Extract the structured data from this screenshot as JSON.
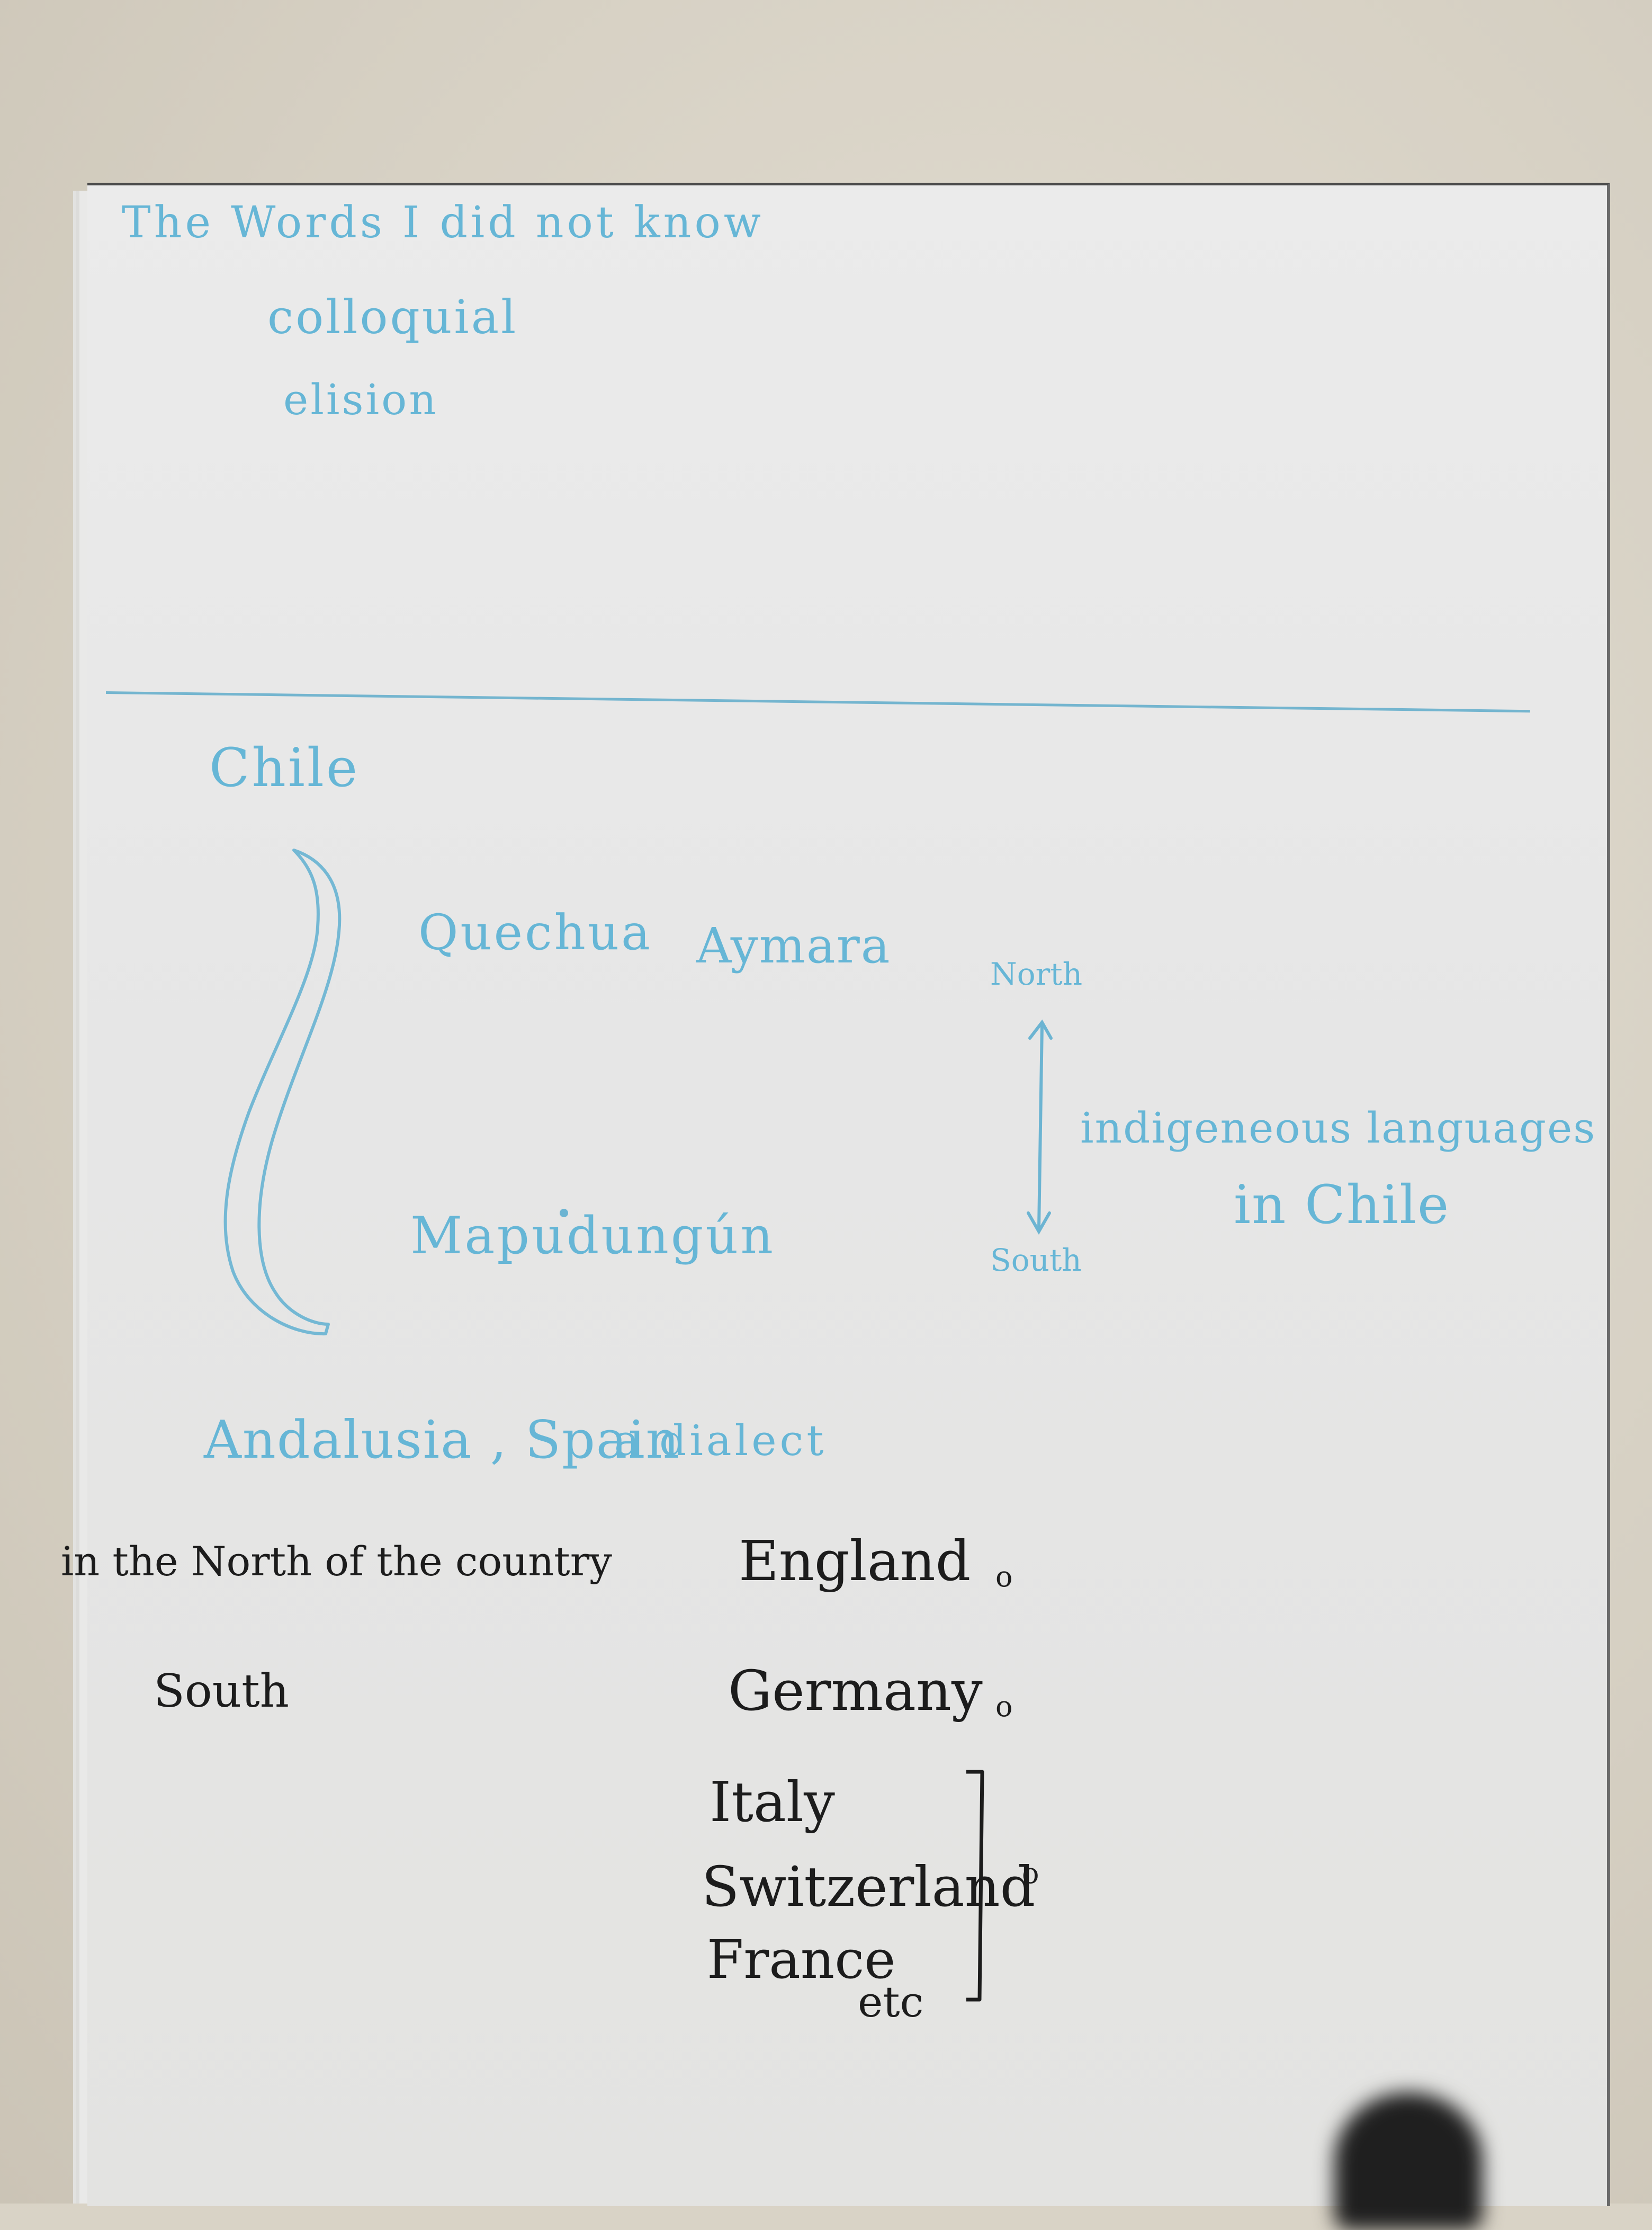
{
  "header": {
    "title": "The Words I did not know",
    "words": [
      "colloquial",
      "elision"
    ]
  },
  "chile_section": {
    "heading": "Chile",
    "north_languages": [
      "Quechua",
      "Aymara"
    ],
    "south_language": "Mapudungún",
    "arrow_top_label": "North",
    "arrow_bottom_label": "South",
    "note_line1": "indigeneous languages",
    "note_line2": "in Chile"
  },
  "dialect_section": {
    "heading": "Andalusia , Spain",
    "heading_suffix": "a dialect",
    "left_labels": [
      "in the North of the country",
      "South"
    ],
    "countries": [
      "England",
      "Germany"
    ],
    "grouped_countries": [
      "Italy",
      "Switzerland",
      "France"
    ],
    "etc": "etc",
    "marks": [
      "o",
      "o",
      "o"
    ]
  },
  "colors": {
    "ink_blue": "#66b6d6",
    "ink_black": "#1c1c1c",
    "paper": "#e6e6e6"
  }
}
